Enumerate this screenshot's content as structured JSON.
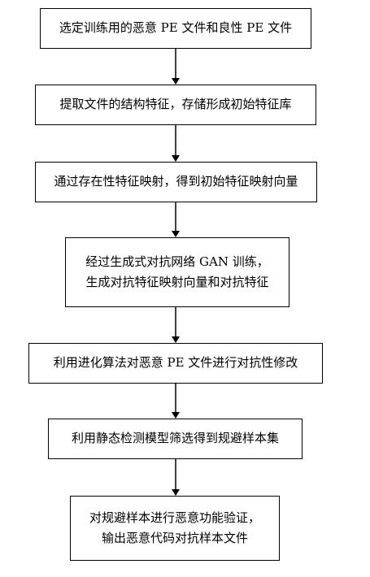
{
  "flowchart": {
    "steps": [
      {
        "lines": [
          "选定训练用的恶意 PE 文件和良性 PE 文件"
        ]
      },
      {
        "lines": [
          "提取文件的结构特征，存储形成初始特征库"
        ]
      },
      {
        "lines": [
          "通过存在性特征映射，得到初始特征映射向量"
        ]
      },
      {
        "lines": [
          "经过生成式对抗网络 GAN 训练，",
          "生成对抗特征映射向量和对抗特征"
        ]
      },
      {
        "lines": [
          "利用进化算法对恶意 PE 文件进行对抗性修改"
        ]
      },
      {
        "lines": [
          "利用静态检测模型筛选得到规避样本集"
        ]
      },
      {
        "lines": [
          "对规避样本进行恶意功能验证，",
          "输出恶意代码对抗样本文件"
        ]
      }
    ]
  }
}
